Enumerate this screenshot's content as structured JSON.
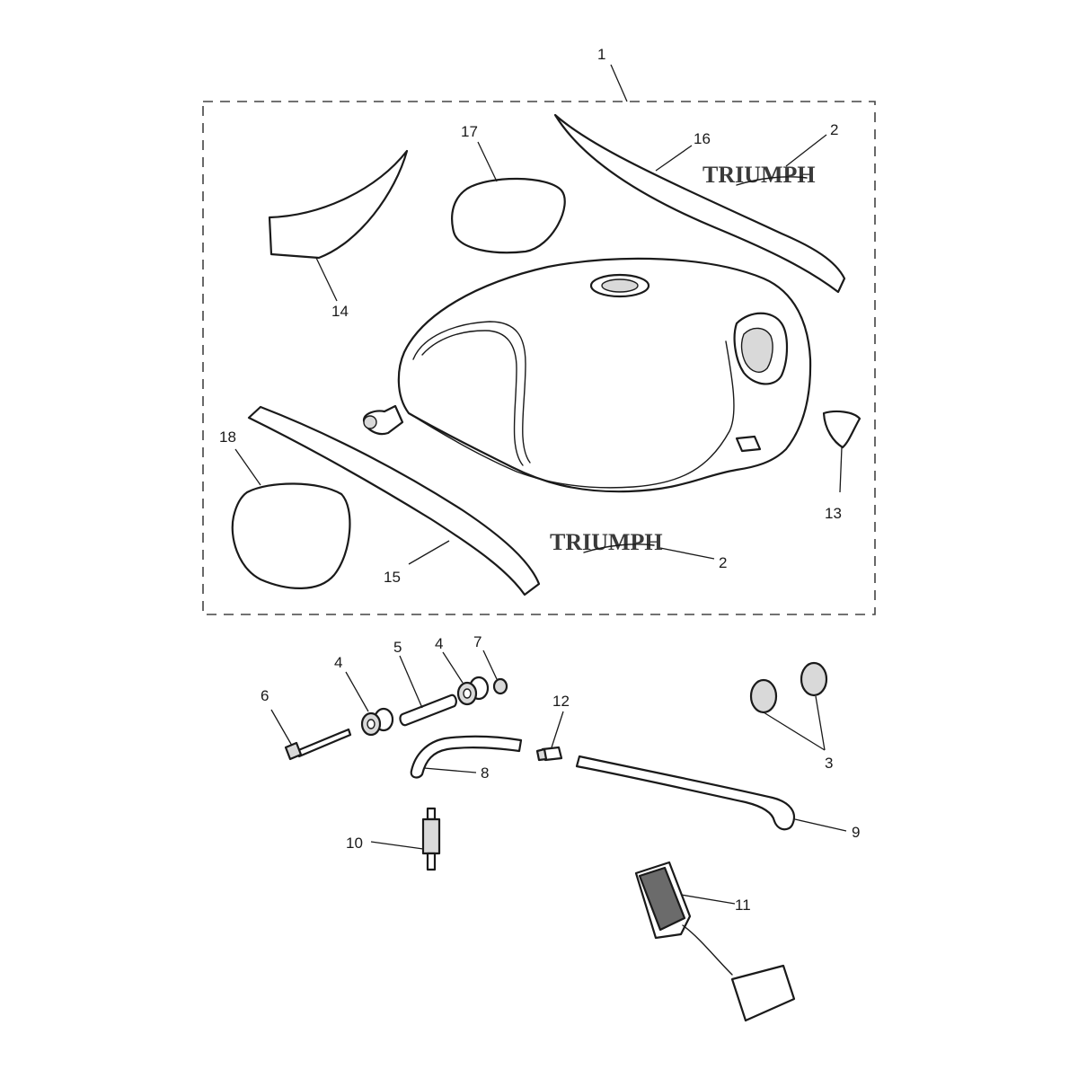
{
  "callouts": {
    "c1": "1",
    "c2a": "2",
    "c2b": "2",
    "c3": "3",
    "c4a": "4",
    "c4b": "4",
    "c5": "5",
    "c6": "6",
    "c7": "7",
    "c8": "8",
    "c9": "9",
    "c10": "10",
    "c11": "11",
    "c12": "12",
    "c13": "13",
    "c14": "14",
    "c15": "15",
    "c16": "16",
    "c17": "17",
    "c18": "18"
  },
  "logos": {
    "top": "TRIUMPH",
    "bottom": "TRIUMPH"
  },
  "colors": {
    "line": "#1a1a1a",
    "background": "#ffffff",
    "logo": "#3a3a3a"
  }
}
